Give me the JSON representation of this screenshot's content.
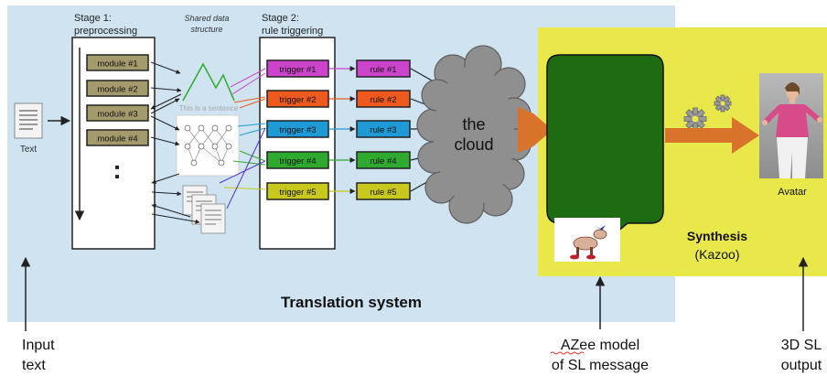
{
  "stage1": {
    "title_line1": "Stage 1:",
    "title_line2": "preprocessing"
  },
  "stage2": {
    "title_line1": "Stage 2:",
    "title_line2": "rule triggering"
  },
  "shared": {
    "line1": "Shared data",
    "line2": "structure",
    "sentence": "This is a sentence"
  },
  "modules": [
    "module #1",
    "module #2",
    "module #3",
    "module #4"
  ],
  "ellipsis": ":",
  "triggers": [
    {
      "label": "trigger #1",
      "color": "#cc44cc"
    },
    {
      "label": "trigger #2",
      "color": "#ee5a1e"
    },
    {
      "label": "trigger #3",
      "color": "#1e9bd6"
    },
    {
      "label": "trigger #4",
      "color": "#2eaa2e"
    },
    {
      "label": "trigger #5",
      "color": "#c8c81e"
    }
  ],
  "rules": [
    {
      "label": "rule #1",
      "color": "#cc44cc"
    },
    {
      "label": "rule #2",
      "color": "#ee5a1e"
    },
    {
      "label": "rule #3",
      "color": "#1e9bd6"
    },
    {
      "label": "rule #4",
      "color": "#2eaa2e"
    },
    {
      "label": "rule #5",
      "color": "#c8c81e"
    }
  ],
  "cloud": {
    "line1": "the",
    "line2": "cloud"
  },
  "text_icon_label": "Text",
  "translation_label": "Translation system",
  "synthesis": {
    "line1": "Synthesis",
    "line2": "(Kazoo)"
  },
  "avatar_label": "Avatar",
  "bottom_labels": {
    "input": {
      "line1": "Input",
      "line2": "text"
    },
    "azee": {
      "line1": "AZee model",
      "line2": "of SL message"
    },
    "output": {
      "line1": "3D SL",
      "line2": "output"
    }
  },
  "colors": {
    "translation_bg": "#cfe3f1",
    "synthesis_bg": "#e8e84a",
    "module_fill": "#a59a6c",
    "bubble": "#1f6b12",
    "arrow_orange": "#d9722b",
    "cloud": "#8f8f8f"
  }
}
